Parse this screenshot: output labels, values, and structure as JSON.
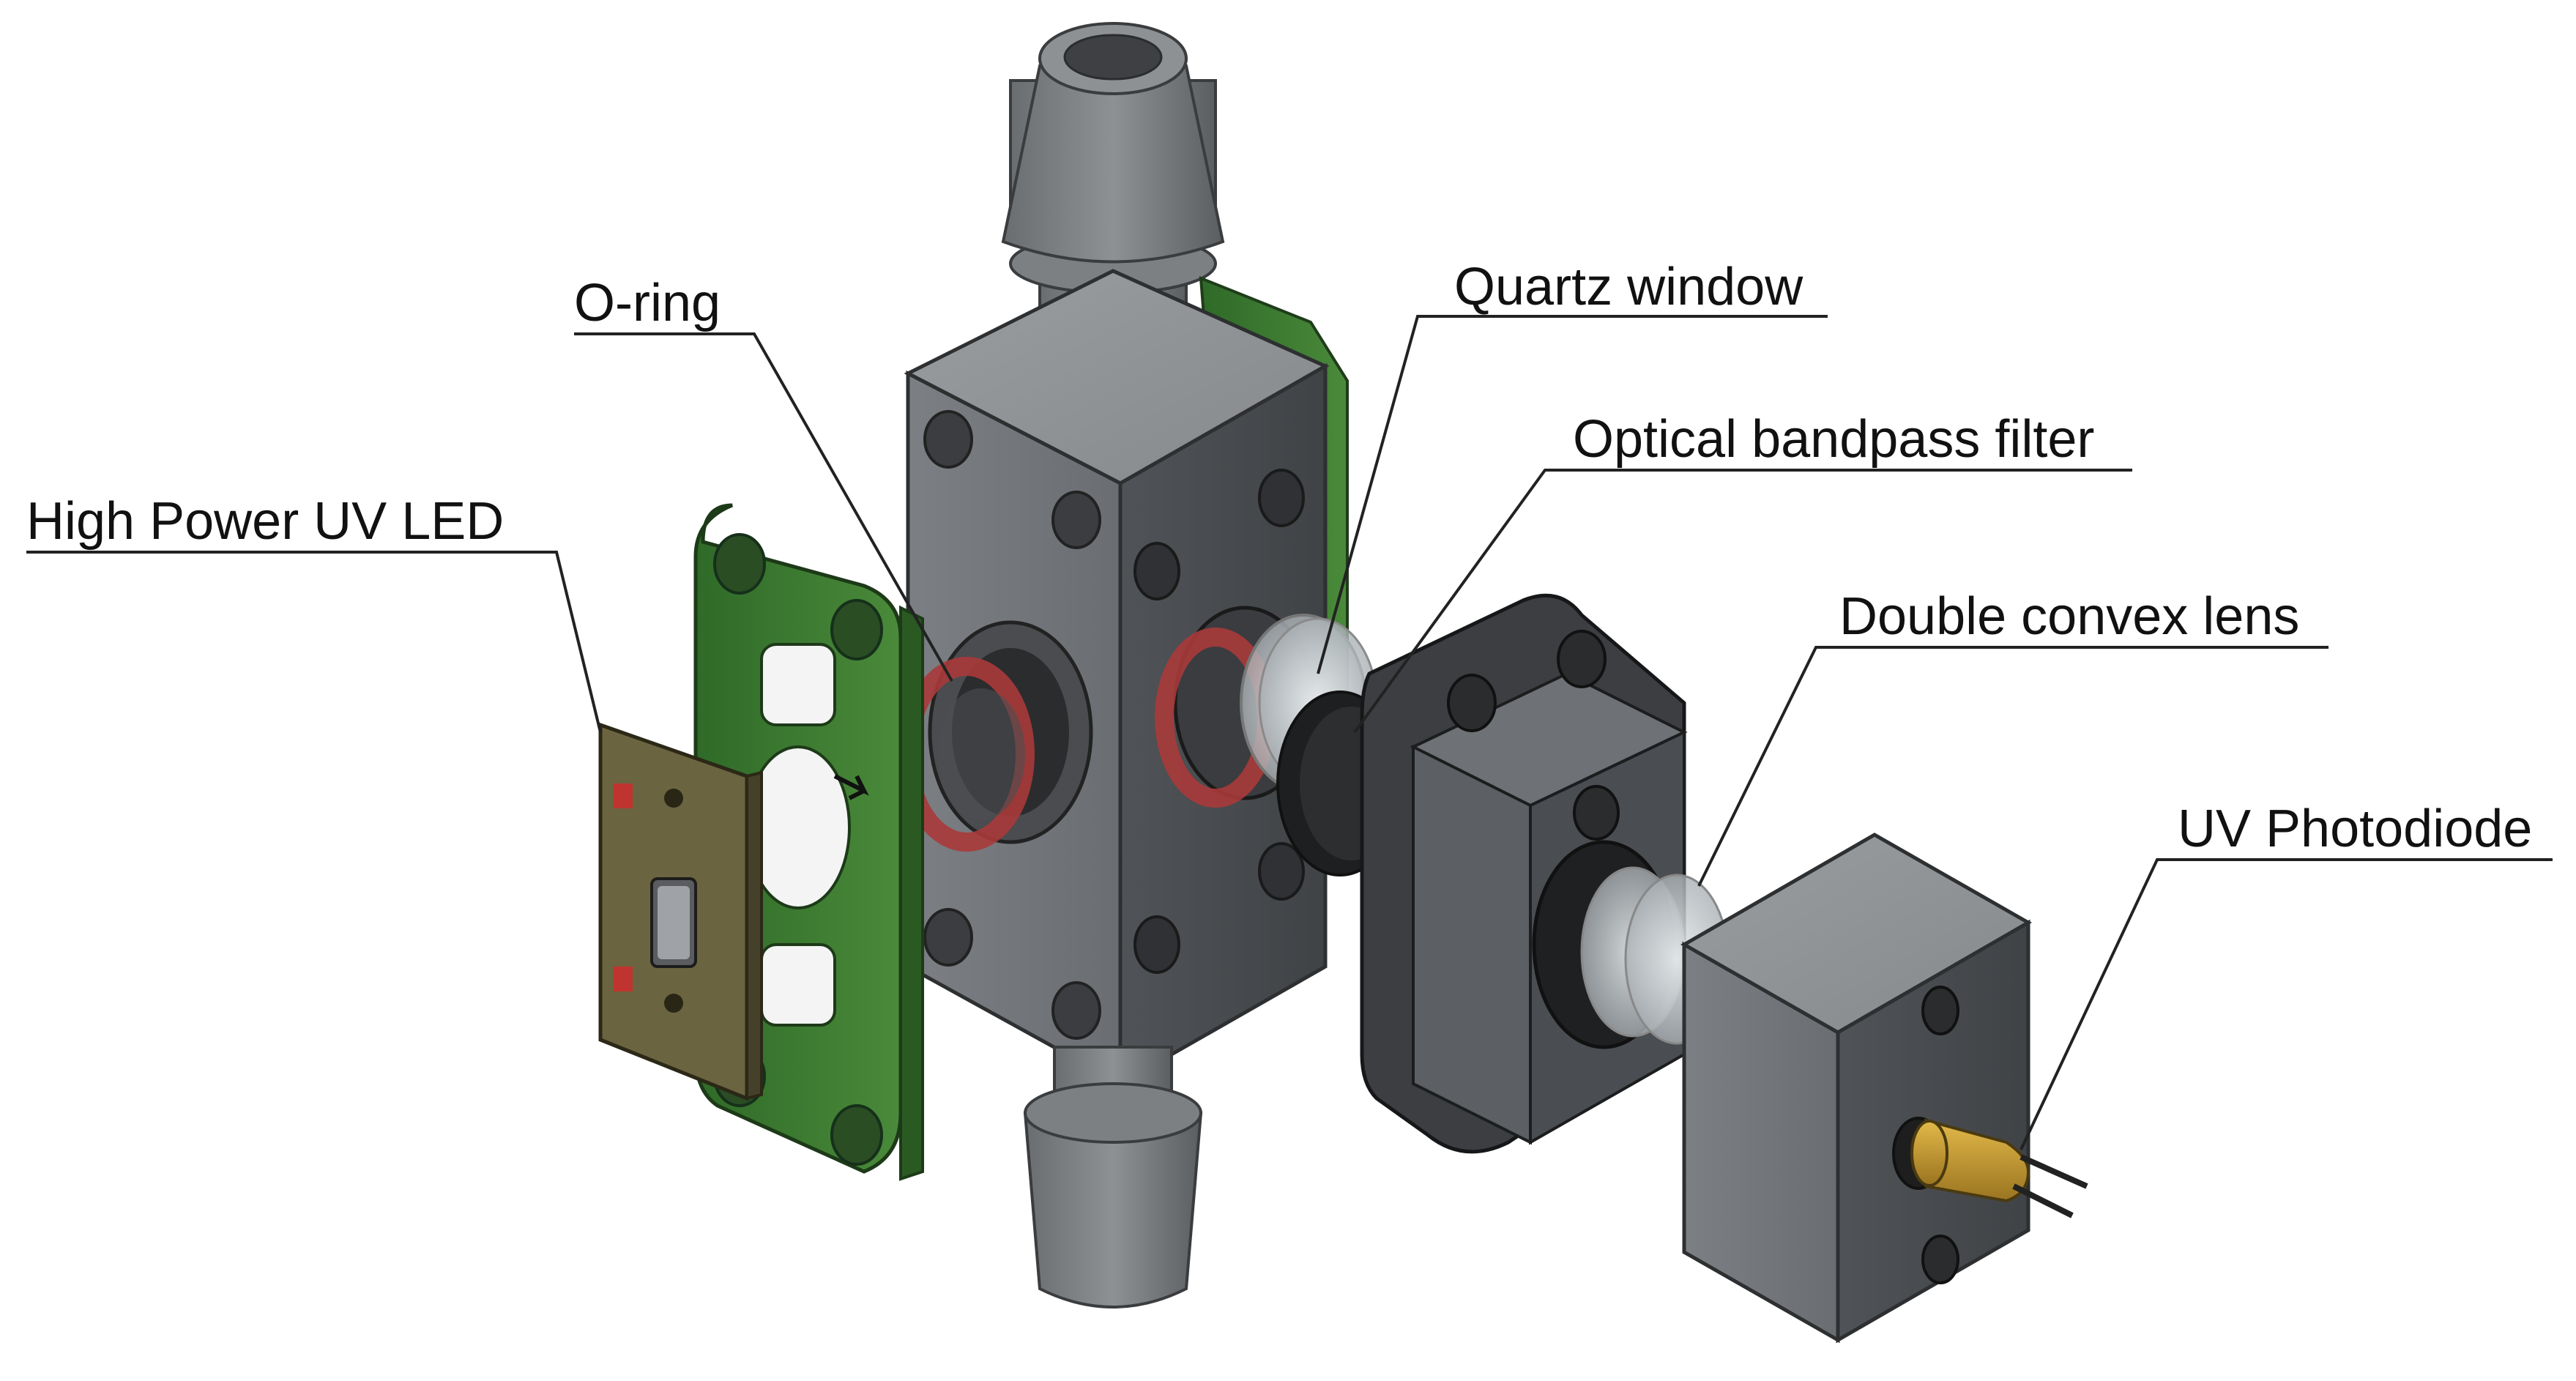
{
  "labels": {
    "led": "High Power UV LED",
    "o_ring": "O-ring",
    "quartz_window": "Quartz window",
    "bandpass_filter": "Optical bandpass filter",
    "lens": "Double convex lens",
    "photodiode": "UV Photodiode"
  },
  "colors": {
    "body_gray": "#8a8d90",
    "body_dark": "#5e6164",
    "green_bracket": "#3d7a32",
    "o_ring_red": "#a83a3a",
    "pcb_brown": "#6b6440",
    "gold": "#c79a2e",
    "leader_line": "#222222"
  }
}
